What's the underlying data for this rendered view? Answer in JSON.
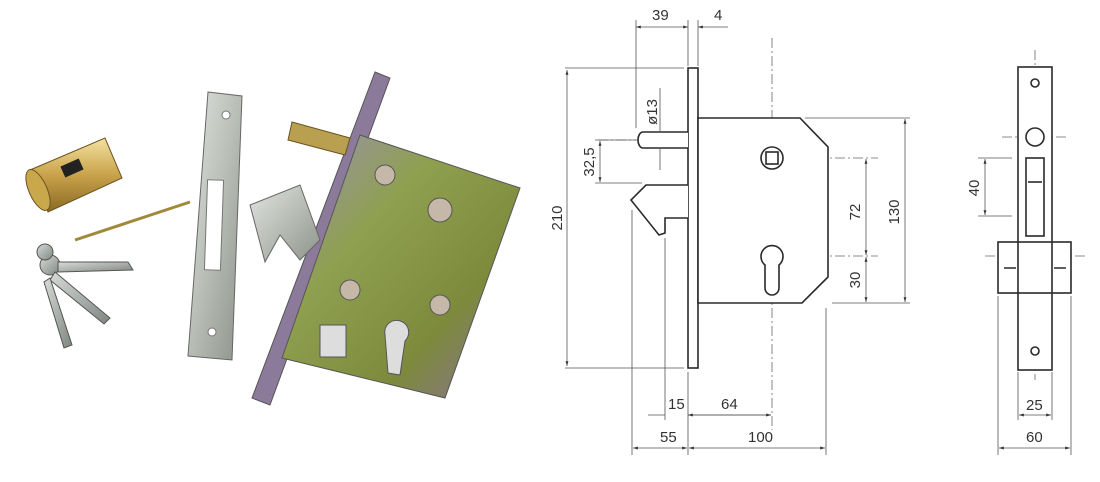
{
  "photo": {
    "items": [
      "euro-cylinder",
      "keys",
      "connecting-screw",
      "strike-plate",
      "hook-lock-body"
    ]
  },
  "front_view": {
    "dimensions": {
      "backset_pin": "39",
      "faceplate_thickness": "4",
      "faceplate_height": "210",
      "pin_diameter": "ø13",
      "pin_to_hook": "32,5",
      "spindle_to_cylinder": "72",
      "cylinder_to_bottom": "30",
      "body_height": "130",
      "hook_offset": "15",
      "backset": "64",
      "hook_projection": "55",
      "body_depth": "100"
    }
  },
  "side_view": {
    "dimensions": {
      "hook_height": "40",
      "faceplate_width": "25",
      "cylinder_width": "60"
    }
  }
}
